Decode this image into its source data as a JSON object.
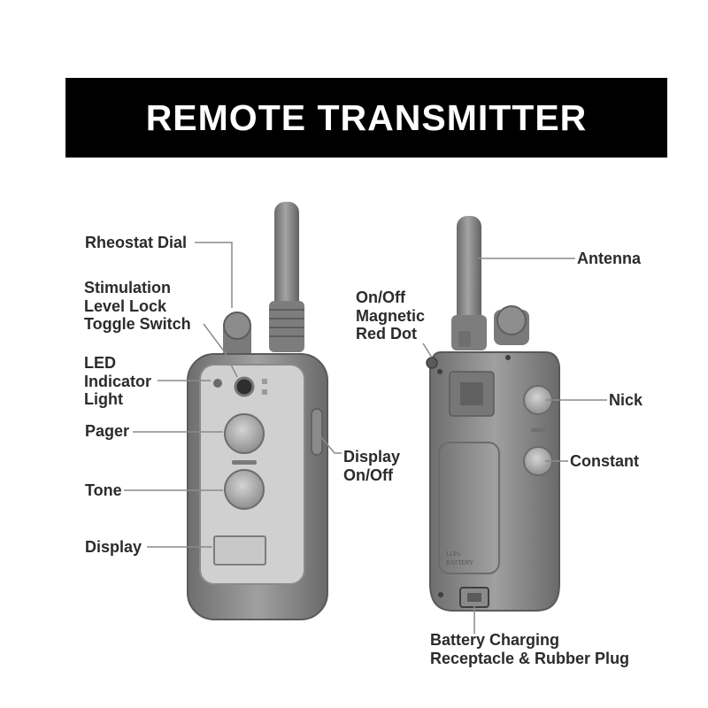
{
  "header": {
    "title": "REMOTE TRANSMITTER"
  },
  "labels": {
    "rheostat_dial": "Rheostat Dial",
    "stim_lock": [
      "Stimulation",
      "Level Lock",
      "Toggle Switch"
    ],
    "led": [
      "LED",
      "Indicator",
      "Light"
    ],
    "pager": "Pager",
    "tone": "Tone",
    "display": "Display",
    "display_onoff": [
      "Display",
      "On/Off"
    ],
    "onoff_magnetic": [
      "On/Off",
      "Magnetic",
      "Red Dot"
    ],
    "antenna": "Antenna",
    "nick": "Nick",
    "constant": "Constant",
    "battery": [
      "Battery Charging",
      "Receptacle & Rubber Plug"
    ]
  },
  "device_text": {
    "battery_mark": [
      "Li-Po",
      "BATTERY"
    ]
  },
  "colors": {
    "banner_bg": "#000000",
    "banner_text": "#ffffff",
    "label_text": "#2b2b2b",
    "leader_line": "#8a8a8a",
    "body_dark": "#7c7c7c",
    "body_mid": "#9a9a9a",
    "face_light": "#d2d2d2",
    "button": "#b9b9b9"
  }
}
